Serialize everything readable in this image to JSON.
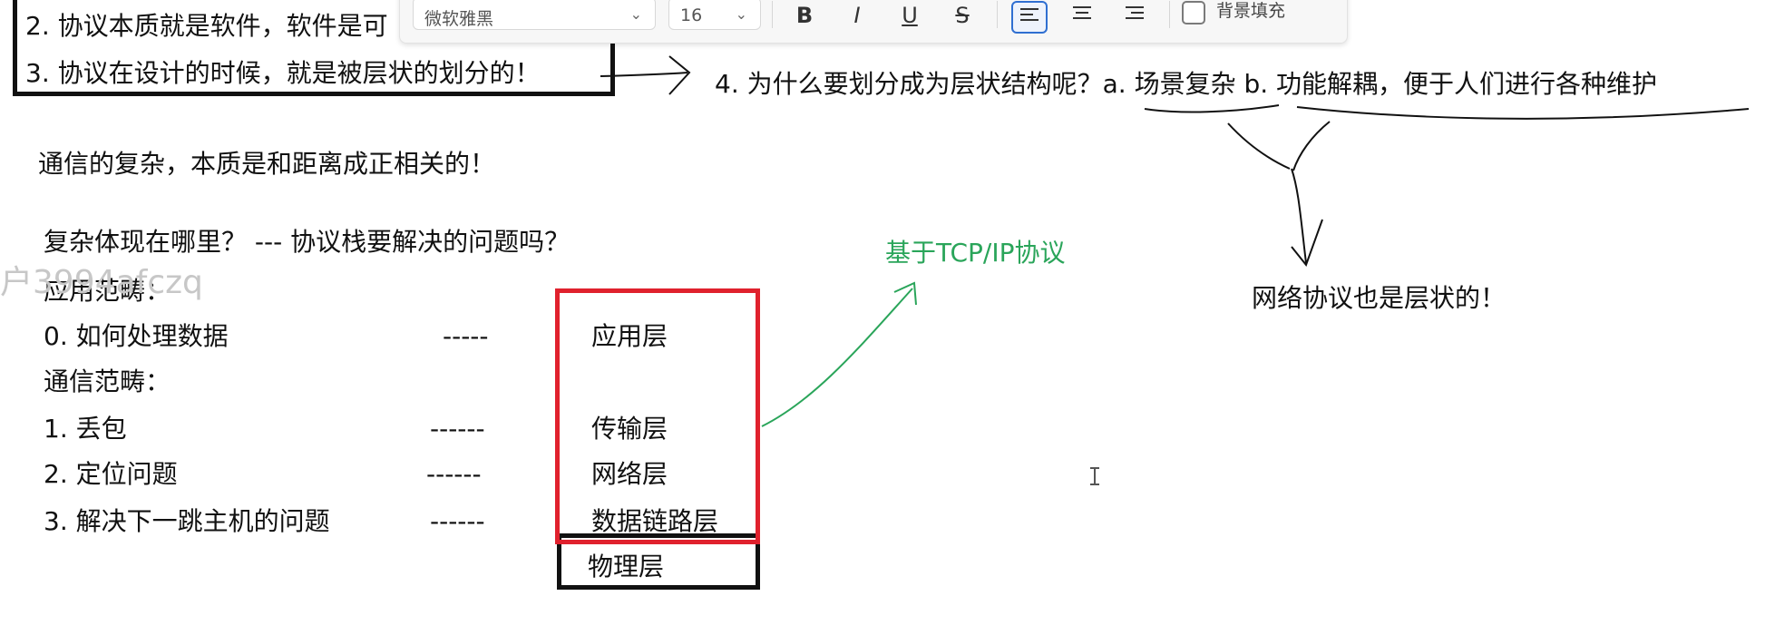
{
  "toolbar": {
    "font_family_value": "微软雅黑",
    "font_size_value": "16",
    "bold_label": "B",
    "italic_label": "I",
    "underline_label": "U",
    "strike_label": "S",
    "bg_fill_label": "背景填充",
    "colors": {
      "active_border": "#2f6fd1"
    }
  },
  "notes": {
    "line2": "2. 协议本质就是软件，软件是可",
    "line3": "3. 协议在设计的时候，就是被层状的划分的！",
    "line4": "4. 为什么要划分成为层状结构呢？a. 场景复杂 b. 功能解耦，便于人们进行各种维护",
    "comm_complexity": "通信的复杂，本质是和距离成正相关的！",
    "where_complex": "复杂体现在哪里？ --- 协议栈要解决的问题吗？",
    "app_category": "应用范畴：",
    "item0": "0. 如何处理数据",
    "dash0": "-----",
    "comm_category": "通信范畴：",
    "item1": "1. 丢包",
    "dash1": "------",
    "item2": "2. 定位问题",
    "dash2": "------",
    "item3": "3. 解决下一跳主机的问题",
    "dash3": "------",
    "network_layered": "网络协议也是层状的！",
    "tcpip_label": "基于TCP/IP协议"
  },
  "layers": {
    "application": "应用层",
    "transport": "传输层",
    "network": "网络层",
    "datalink": "数据链路层",
    "physical": "物理层"
  },
  "watermark": {
    "text": "户3994afczq"
  },
  "colors": {
    "red_box": "#e0212d",
    "green_text": "#2aa55a",
    "black_box": "#111111"
  }
}
